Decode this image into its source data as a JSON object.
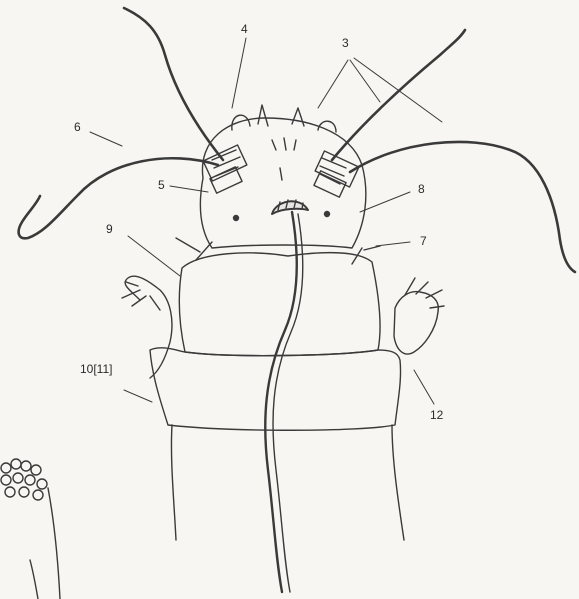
{
  "figure": {
    "labels": {
      "l3": "3",
      "l4": "4",
      "l5": "5",
      "l6": "6",
      "l7": "7",
      "l8": "8",
      "l9": "9",
      "l10": "10[11]",
      "l12": "12"
    }
  },
  "colors": {
    "ink": "#3a3a3a",
    "paper": "#f7f6f3"
  }
}
